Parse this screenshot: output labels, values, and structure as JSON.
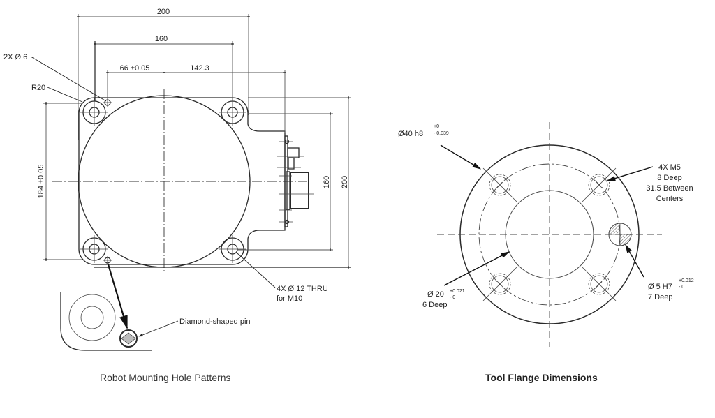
{
  "left_figure": {
    "caption": "Robot Mounting Hole Patterns",
    "dimensions": {
      "overall_width": "200",
      "hole_spacing_x": "160",
      "pin_offset": "66 ±0.05",
      "connector_offset": "142.3",
      "hole_spacing_y": "184 ±0.05",
      "hole_spacing_y_right": "160",
      "overall_height": "200"
    },
    "callouts": {
      "pin_holes": "2X Ø 6",
      "corner_radius": "R20",
      "thru_holes_line1": "4X Ø 12 THRU",
      "thru_holes_line2": "for M10",
      "pin_type": "Diamond-shaped pin"
    }
  },
  "right_figure": {
    "caption": "Tool Flange Dimensions",
    "callouts": {
      "outer_dia": "Ø40 h8",
      "outer_tol_upper": "+0",
      "outer_tol_lower": "- 0.039",
      "tapped_line1": "4X M5",
      "tapped_line2": "8 Deep",
      "tapped_line3": "31.5 Between",
      "tapped_line4": "Centers",
      "bore_dia": "Ø 20",
      "bore_tol_upper": "+0.021",
      "bore_tol_lower": "- 0",
      "bore_depth": "6 Deep",
      "pin_dia": "Ø 5 H7",
      "pin_tol_upper": "+0.012",
      "pin_tol_lower": "- 0",
      "pin_depth": "7 Deep"
    }
  }
}
